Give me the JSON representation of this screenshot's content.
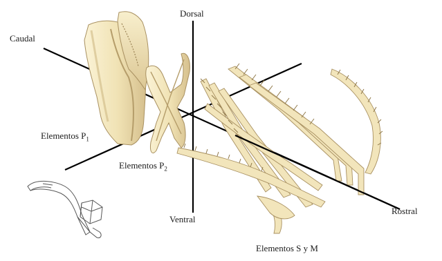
{
  "labels": {
    "dorsal": "Dorsal",
    "ventral": "Ventral",
    "caudal": "Caudal",
    "rostral": "Rostral",
    "p1": "Elementos P",
    "p1_sub": "1",
    "p2": "Elementos P",
    "p2_sub": "2",
    "sm": "Elementos S y M"
  },
  "colors": {
    "element_fill": "#f3e7bf",
    "element_shadow": "#cdb886",
    "element_edge": "#a89060",
    "axis": "#000000",
    "text": "#1b1b1b",
    "outline": "#555555"
  }
}
